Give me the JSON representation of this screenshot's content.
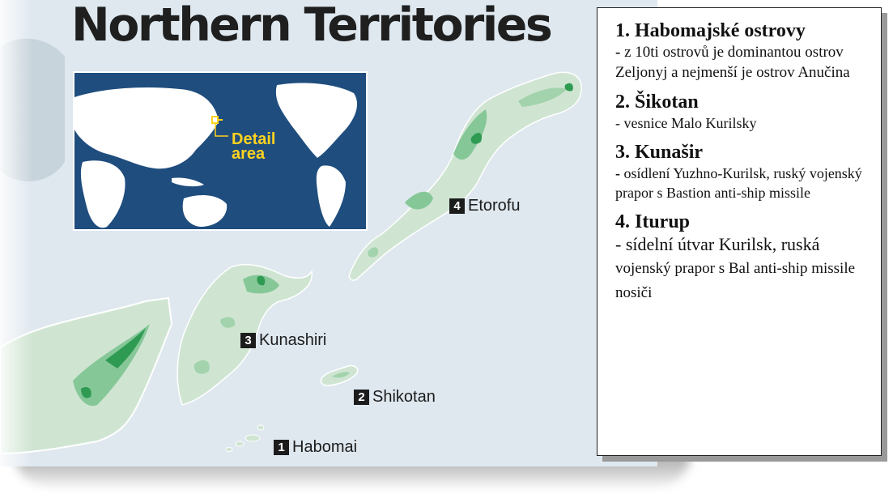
{
  "map": {
    "title": "Northern Territories",
    "inset_label": "Detail\narea",
    "islands": [
      {
        "number": "1",
        "name": "Habomai"
      },
      {
        "number": "2",
        "name": "Shikotan"
      },
      {
        "number": "3",
        "name": "Kunashiri"
      },
      {
        "number": "4",
        "name": "Etorofu"
      }
    ],
    "colors": {
      "sea": "#dfe8ef",
      "land": "#cfe5d2",
      "land_dark": "#2e9a52",
      "inset_sea": "#1f4d7e",
      "inset_marker": "#ffd21f"
    }
  },
  "info": {
    "sections": [
      {
        "heading": "1. Habomajské ostrovy",
        "lead": "- ",
        "text": "z 10ti ostrovů je dominantou ostrov Zeljonyj a nejmenší je ostrov Anučina"
      },
      {
        "heading": "2. Šikotan",
        "text": "- vesnice Malo Kurilsky"
      },
      {
        "heading": "3. Kunašir",
        "lead": "- ",
        "text": "osídlení Yuzhno-Kurilsk, ruský vojenský prapor s Bastion anti-ship missile"
      },
      {
        "heading": "4. Iturup",
        "text": "- sídelní útvar Kurilsk, ruská",
        "text_small": "vojenský prapor s Bal anti-ship missile nosiči"
      }
    ]
  }
}
